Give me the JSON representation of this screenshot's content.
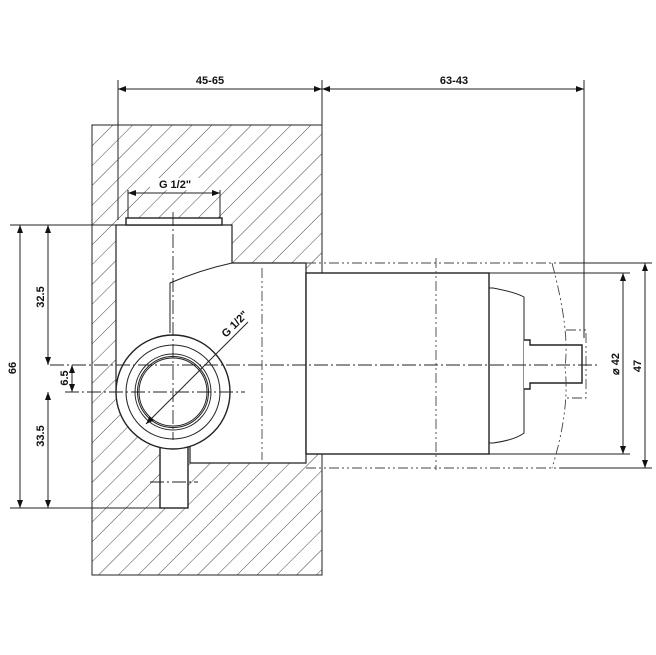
{
  "dimensions": {
    "top_left": "45-65",
    "top_right": "63-43",
    "inlet_thread": "G 1/2\"",
    "outlet_thread": "G 1/2\"",
    "total_height": "66",
    "upper_height": "32.5",
    "lower_height": "33.5",
    "offset": "6.5",
    "inner_diameter": "⌀ 42",
    "outer_diameter": "47"
  },
  "colors": {
    "line": "#222222",
    "background": "#ffffff"
  }
}
